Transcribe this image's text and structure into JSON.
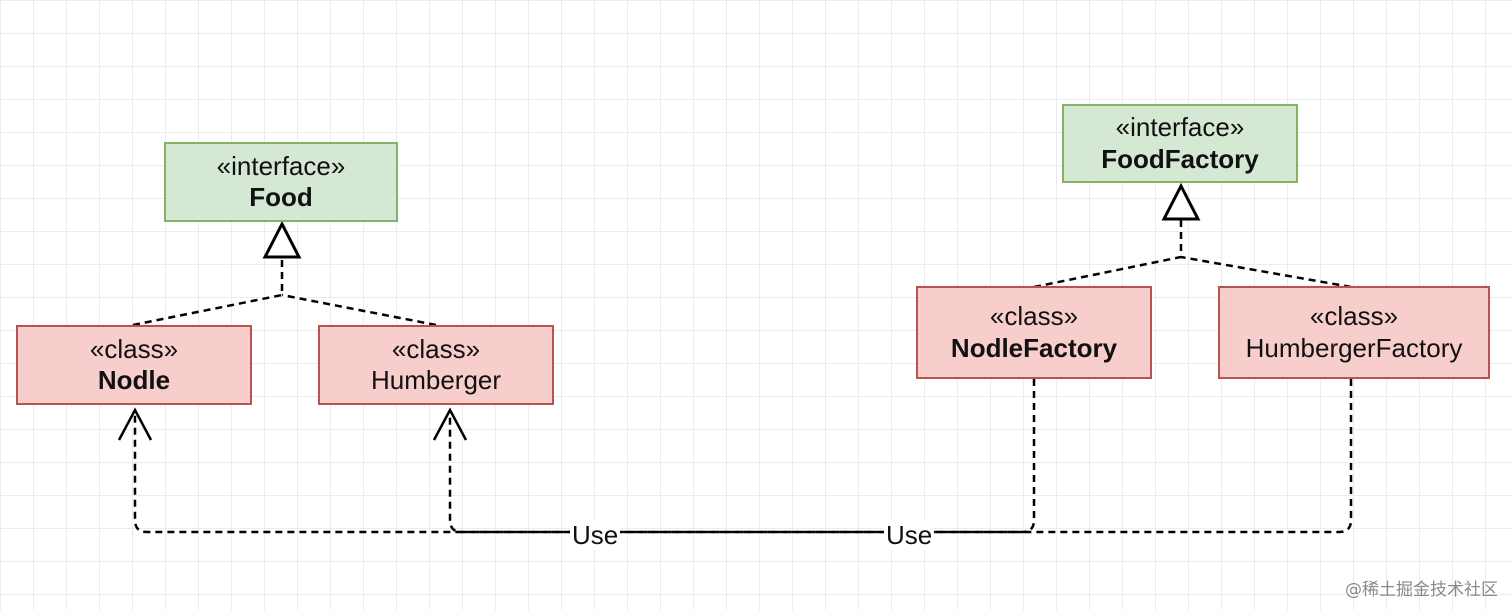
{
  "diagram": {
    "nodes": {
      "food": {
        "stereotype": "«interface»",
        "name": "Food"
      },
      "food_factory": {
        "stereotype": "«interface»",
        "name": "FoodFactory"
      },
      "nodle": {
        "stereotype": "«class»",
        "name": "Nodle"
      },
      "humberger": {
        "stereotype": "«class»",
        "name": "Humberger"
      },
      "nodle_factory": {
        "stereotype": "«class»",
        "name": "NodleFactory"
      },
      "humberger_factory": {
        "stereotype": "«class»",
        "name": "HumbergerFactory"
      }
    },
    "edge_labels": {
      "use_1": "Use",
      "use_2": "Use"
    },
    "colors": {
      "interface_fill": "#d5e8d4",
      "interface_border": "#82b366",
      "class_fill": "#f8cecc",
      "class_border": "#b85450"
    }
  },
  "watermark": "@稀土掘金技术社区"
}
